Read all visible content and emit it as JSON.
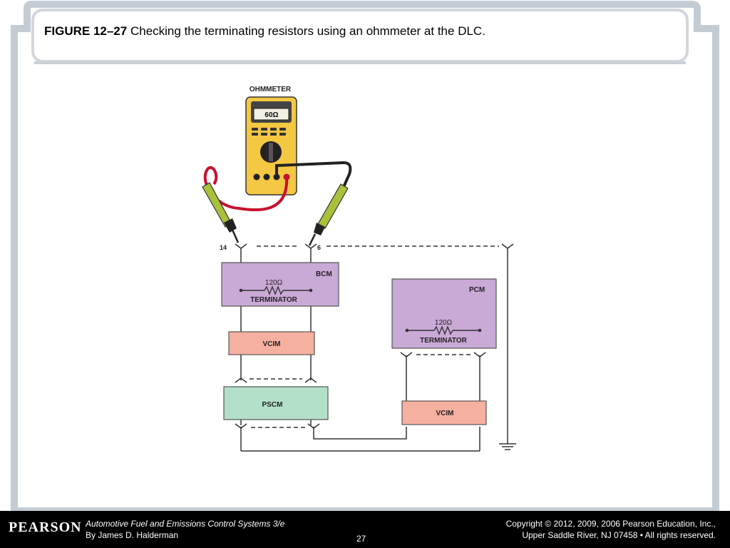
{
  "caption": {
    "figure_label": "FIGURE 12–27",
    "text": "Checking the terminating resistors using an ohmmeter at the DLC."
  },
  "meter": {
    "title": "OHMMETER",
    "reading": "60Ω"
  },
  "pins": {
    "left": "14",
    "right": "6"
  },
  "modules": {
    "bcm": {
      "name": "BCM",
      "resistor_value": "120Ω",
      "resistor_label": "TERMINATOR"
    },
    "pcm": {
      "name": "PCM",
      "resistor_value": "120Ω",
      "resistor_label": "TERMINATOR"
    },
    "vcim_left": {
      "name": "VCIM"
    },
    "vcim_right": {
      "name": "VCIM"
    },
    "pscm": {
      "name": "PSCM"
    }
  },
  "colors": {
    "module_purple": "#c9a9d6",
    "vcim_salmon": "#f6b0a0",
    "pscm_green": "#b3e0c8",
    "meter_yellow": "#f4c842",
    "probe_green": "#a8c13a",
    "lead_red": "#c8102e"
  },
  "footer": {
    "logo": "PEARSON",
    "book_title": "Automotive Fuel and Emissions Control Systems 3/e",
    "author": "By James D. Halderman",
    "copyright_line1": "Copyright © 2012, 2009, 2006 Pearson Education, Inc.,",
    "copyright_line2": "Upper Saddle River, NJ 07458 • All rights reserved.",
    "page_number": "27"
  }
}
